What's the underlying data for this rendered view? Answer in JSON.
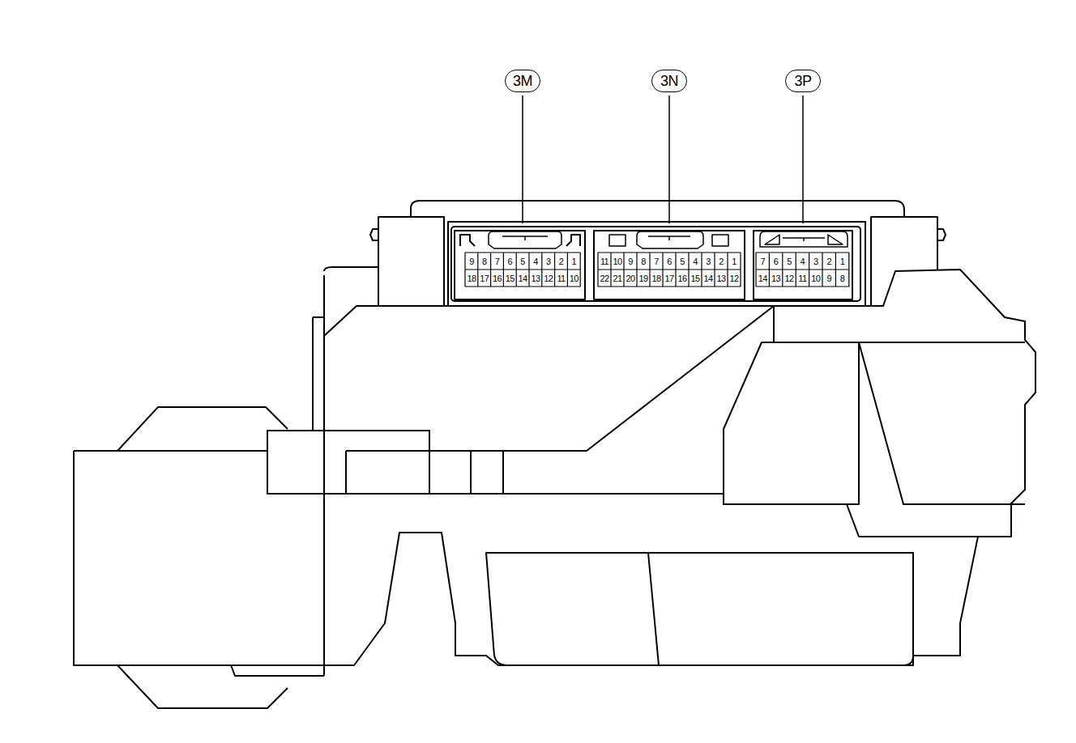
{
  "diagram": {
    "nodes": [
      {
        "text": [
          "3M"
        ]
      },
      {
        "text": [
          "3N"
        ]
      },
      {
        "text": [
          "3P"
        ]
      }
    ],
    "labels": [
      "9",
      "8",
      "7",
      "6",
      "5",
      "4",
      "3",
      "2",
      "1",
      "18",
      "17",
      "16",
      "15",
      "14",
      "13",
      "12",
      "11",
      "10",
      "11",
      "10",
      "9",
      "8",
      "7",
      "6",
      "5",
      "4",
      "3",
      "2",
      "1",
      "22",
      "21",
      "20",
      "19",
      "18",
      "17",
      "16",
      "15",
      "14",
      "13",
      "12",
      "7",
      "6",
      "5",
      "4",
      "3",
      "2",
      "1",
      "14",
      "13",
      "12",
      "11",
      "10",
      "9",
      "8"
    ]
  }
}
